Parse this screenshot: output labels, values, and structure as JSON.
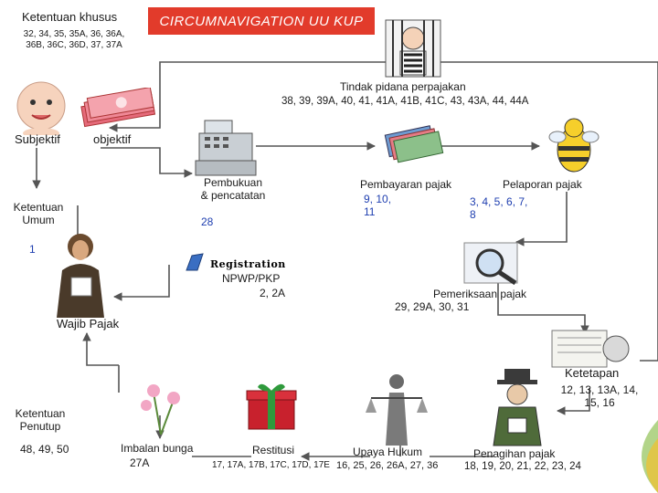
{
  "title": "CIRCUMNAVIGATION UU KUP",
  "ketentuan_khusus": {
    "label": "Ketentuan khusus",
    "articles_line1": "32, 34, 35, 35A, 36, 36A,",
    "articles_line2": "36B, 36C, 36D, 37, 37A"
  },
  "tindak_pidana": {
    "label": "Tindak pidana perpajakan",
    "articles": "38, 39, 39A, 40, 41, 41A, 41B, 41C, 43, 43A, 44, 44A"
  },
  "subjektif": {
    "label": "Subjektif"
  },
  "objektif": {
    "label": "objektif"
  },
  "ketentuan_umum": {
    "line1": "Ketentuan",
    "line2": "Umum",
    "article": "1"
  },
  "pembukuan": {
    "line1": "Pembukuan",
    "line2": "& pencatatan",
    "article": "28"
  },
  "pembayaran": {
    "label": "Pembayaran pajak",
    "line1": "9, 10,",
    "line2": "11"
  },
  "pelaporan": {
    "label": "Pelaporan pajak",
    "line1": "3, 4, 5, 6, 7,",
    "line2": "8"
  },
  "npwp": {
    "label": "NPWP/PKP",
    "articles": "2, 2A",
    "logo_text": "Registration"
  },
  "pemeriksaan": {
    "label": "Pemeriksaan pajak",
    "articles": "29, 29A, 30, 31"
  },
  "wajib_pajak": {
    "label": "Wajib Pajak"
  },
  "ketetapan": {
    "label": "Ketetapan",
    "line1": "12, 13, 13A, 14,",
    "line2": "15, 16"
  },
  "ketentuan_penutup": {
    "line1": "Ketentuan",
    "line2": "Penutup",
    "articles": "48, 49, 50"
  },
  "imbalan_bunga": {
    "label": "Imbalan bunga",
    "articles": "27A"
  },
  "restitusi": {
    "label": "Restitusi",
    "articles": "17, 17A, 17B, 17C, 17D, 17E"
  },
  "upaya_hukum": {
    "label": "Upaya Hukum",
    "articles": "16, 25, 26, 26A, 27, 36"
  },
  "penagihan": {
    "label": "Penagihan pajak",
    "articles": "18, 19, 20, 21, 22, 23, 24"
  },
  "colors": {
    "title_bg": "#e23b2b",
    "arrow": "#555555",
    "article_blue": "#1f3fb0"
  }
}
